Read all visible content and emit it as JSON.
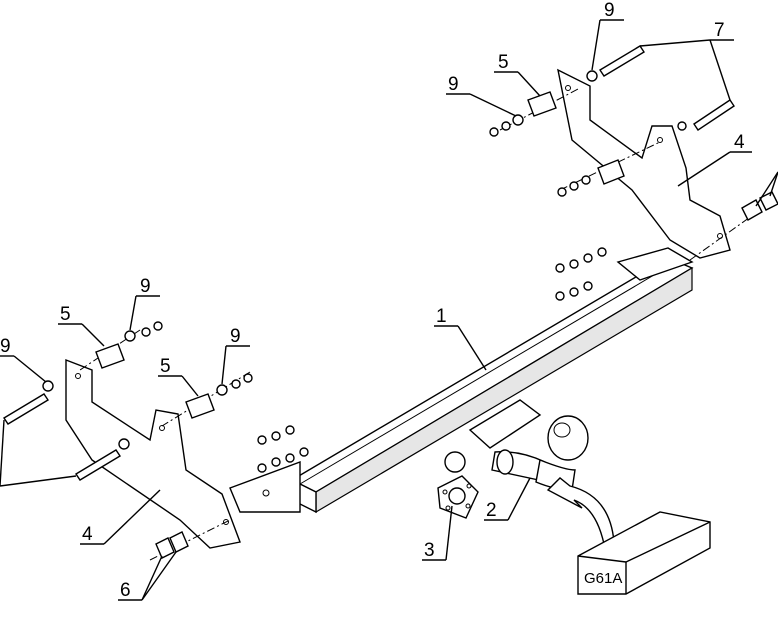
{
  "labels": {
    "bar": "1",
    "ball": "2",
    "socket_plate": "3",
    "bracket_right": "4",
    "bracket_left": "4",
    "spacer_right": "5",
    "spacer_left_a": "5",
    "spacer_left_b": "5",
    "bolts_small": "6",
    "bolts_long": "7",
    "washer_right_top": "9",
    "washer_right_side": "9",
    "washer_left_a": "9",
    "washer_left_b": "9",
    "washer_left_far": "9"
  },
  "model_box": "G61A"
}
